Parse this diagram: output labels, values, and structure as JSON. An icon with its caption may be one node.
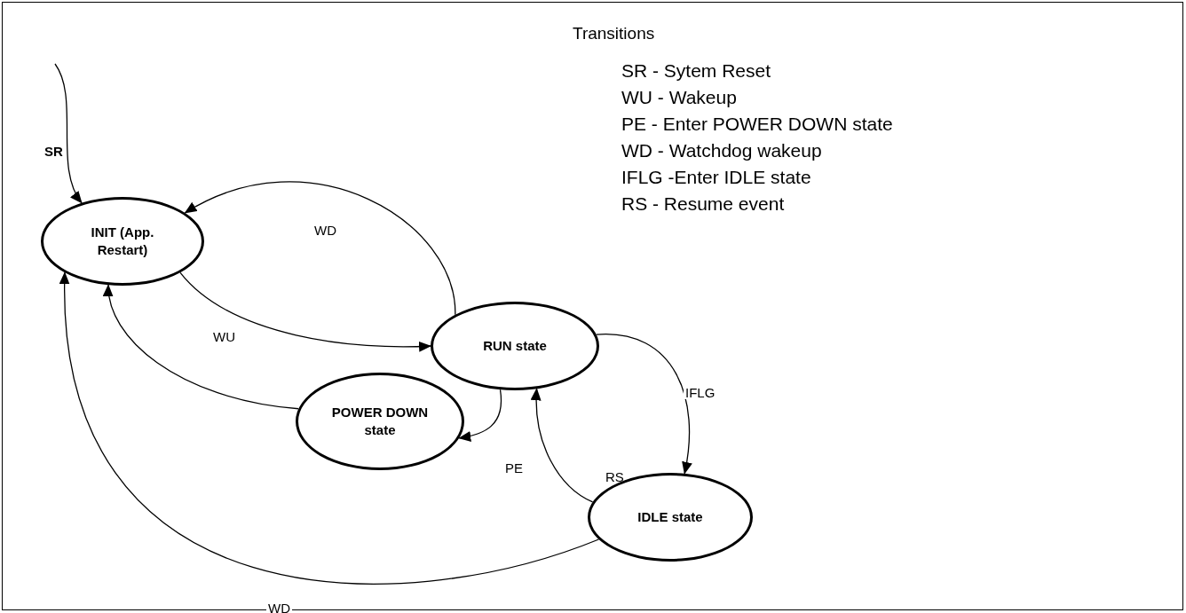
{
  "diagram": {
    "nodes": [
      {
        "text": [
          "INIT (App. Restart)"
        ]
      },
      {
        "text": [
          "RUN state"
        ]
      },
      {
        "text": [
          "POWER DOWN state"
        ]
      },
      {
        "text": [
          "IDLE state"
        ]
      }
    ],
    "edges": [
      {
        "from": null,
        "to": 0,
        "arrow": "to",
        "label": "SR"
      },
      {
        "from": 1,
        "to": 0,
        "arrow": "to",
        "label": "WD"
      },
      {
        "from": 0,
        "to": 1,
        "arrow": "to"
      },
      {
        "from": 1,
        "to": 3,
        "arrow": "to",
        "label": "IFLG"
      },
      {
        "from": 3,
        "to": 1,
        "arrow": "to",
        "label": "RS"
      },
      {
        "from": 1,
        "to": 2,
        "arrow": "to",
        "label": "PE"
      },
      {
        "from": 2,
        "to": 0,
        "arrow": "to",
        "label": "WU"
      },
      {
        "from": 3,
        "to": 0,
        "arrow": "to",
        "label": "WD"
      }
    ],
    "labels": [
      "Transitions",
      "SR - Sytem Reset",
      "WU - Wakeup",
      "PE - Enter POWER DOWN state",
      "WD - Watchdog wakeup",
      "IFLG -Enter IDLE state",
      "RS - Resume event"
    ]
  }
}
